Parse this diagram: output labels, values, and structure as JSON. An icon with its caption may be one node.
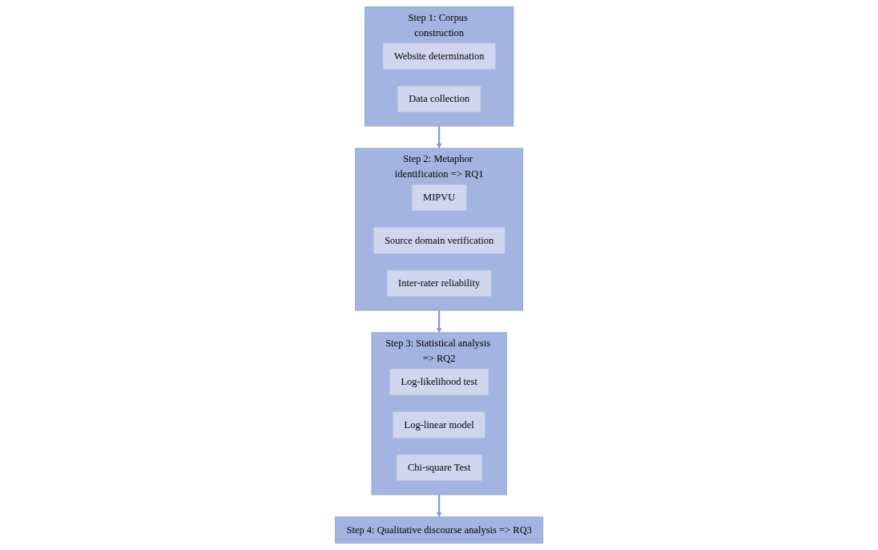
{
  "diagram": {
    "nodes": [
      {
        "text": [
          "Step 1: Corpus construction"
        ]
      },
      {
        "text": [
          "Website determination"
        ],
        "in": 0
      },
      {
        "text": [
          "Data collection"
        ],
        "in": 0
      },
      {
        "text": [
          "Step 2: Metaphor identification => RQ1"
        ]
      },
      {
        "text": [
          "MIPVU"
        ],
        "in": 3
      },
      {
        "text": [
          "Source domain verification"
        ],
        "in": 3
      },
      {
        "text": [
          "Inter-rater reliability"
        ],
        "in": 3
      },
      {
        "text": [
          "Step 3: Statistical analysis => RQ2"
        ]
      },
      {
        "text": [
          "Log-likelihood test"
        ],
        "in": 7
      },
      {
        "text": [
          "Log-linear model"
        ],
        "in": 7
      },
      {
        "text": [
          "Chi-square Test"
        ],
        "in": 7
      },
      {
        "text": [
          "Step 4: Qualitative discourse analysis => RQ3"
        ]
      }
    ],
    "edges": [
      {
        "from": 0,
        "to": 3,
        "arrow": "to"
      },
      {
        "from": 3,
        "to": 7,
        "arrow": "to"
      },
      {
        "from": 7,
        "to": 11,
        "arrow": "to"
      }
    ]
  }
}
